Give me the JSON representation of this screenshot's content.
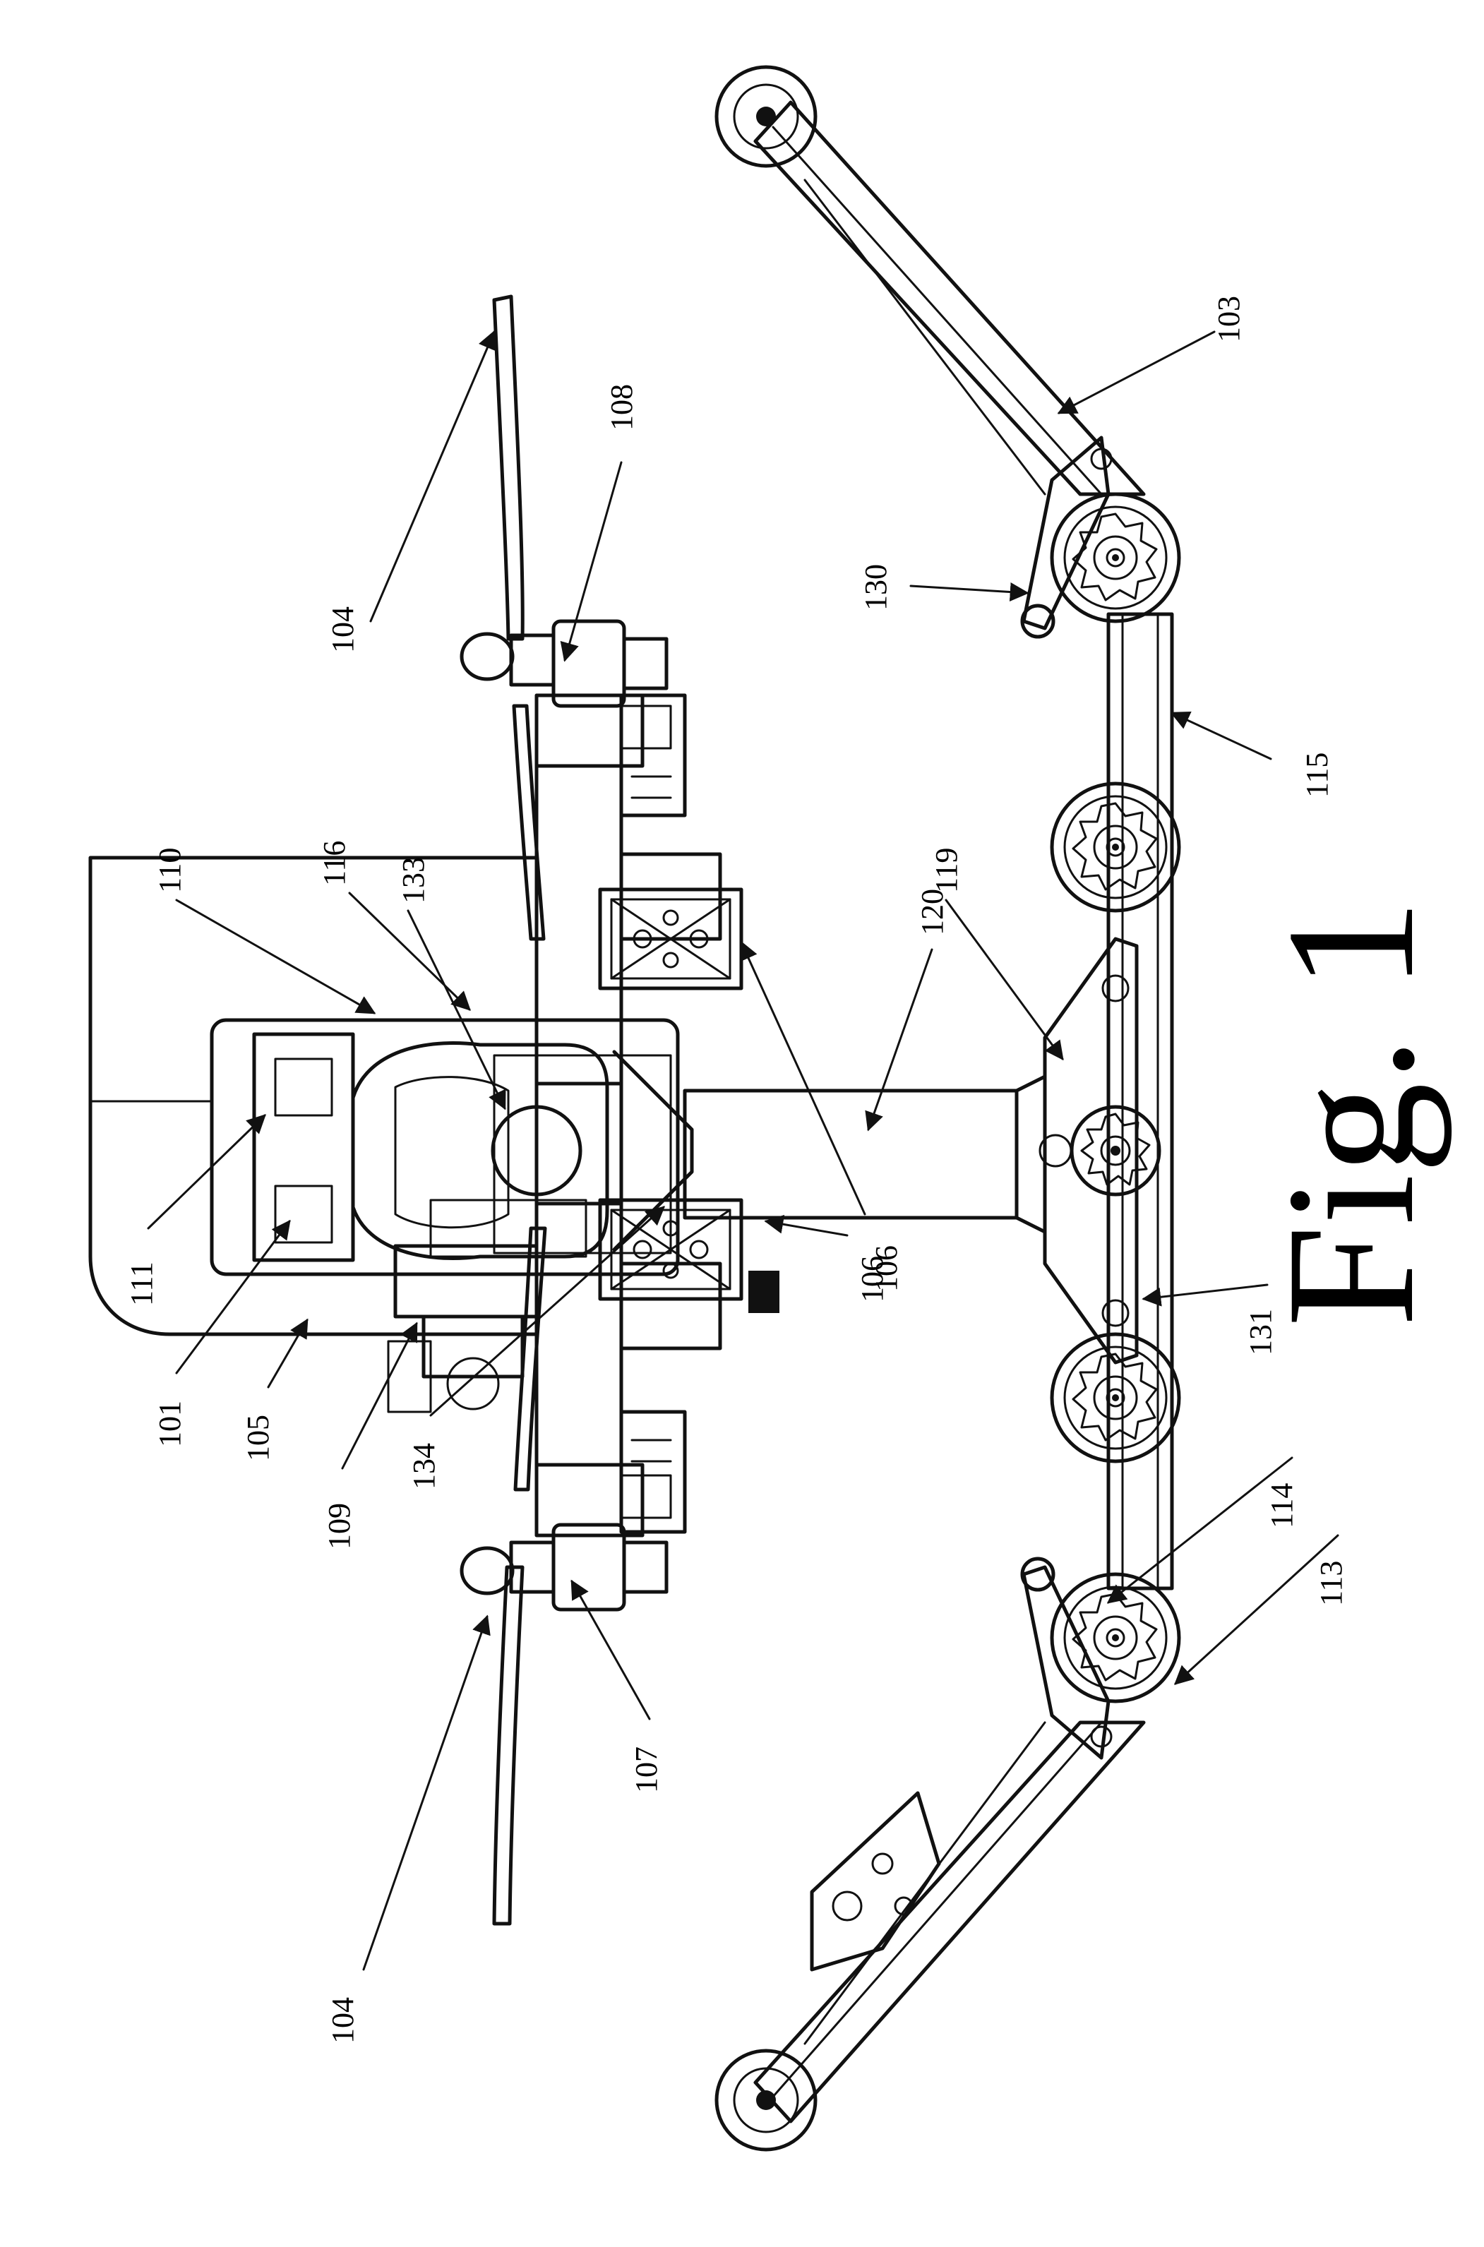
{
  "figure_caption": "Fig. 1",
  "reference_numerals": {
    "n101": "101",
    "n103": "103",
    "n104_top": "104",
    "n104_bottom": "104",
    "n105": "105",
    "n106_upper": "106",
    "n106_lower": "106",
    "n107": "107",
    "n108": "108",
    "n109": "109",
    "n110": "110",
    "n111": "111",
    "n113": "113",
    "n114": "114",
    "n115": "115",
    "n116": "116",
    "n119": "119",
    "n120": "120",
    "n130": "130",
    "n131": "131",
    "n133": "133",
    "n134": "134"
  }
}
